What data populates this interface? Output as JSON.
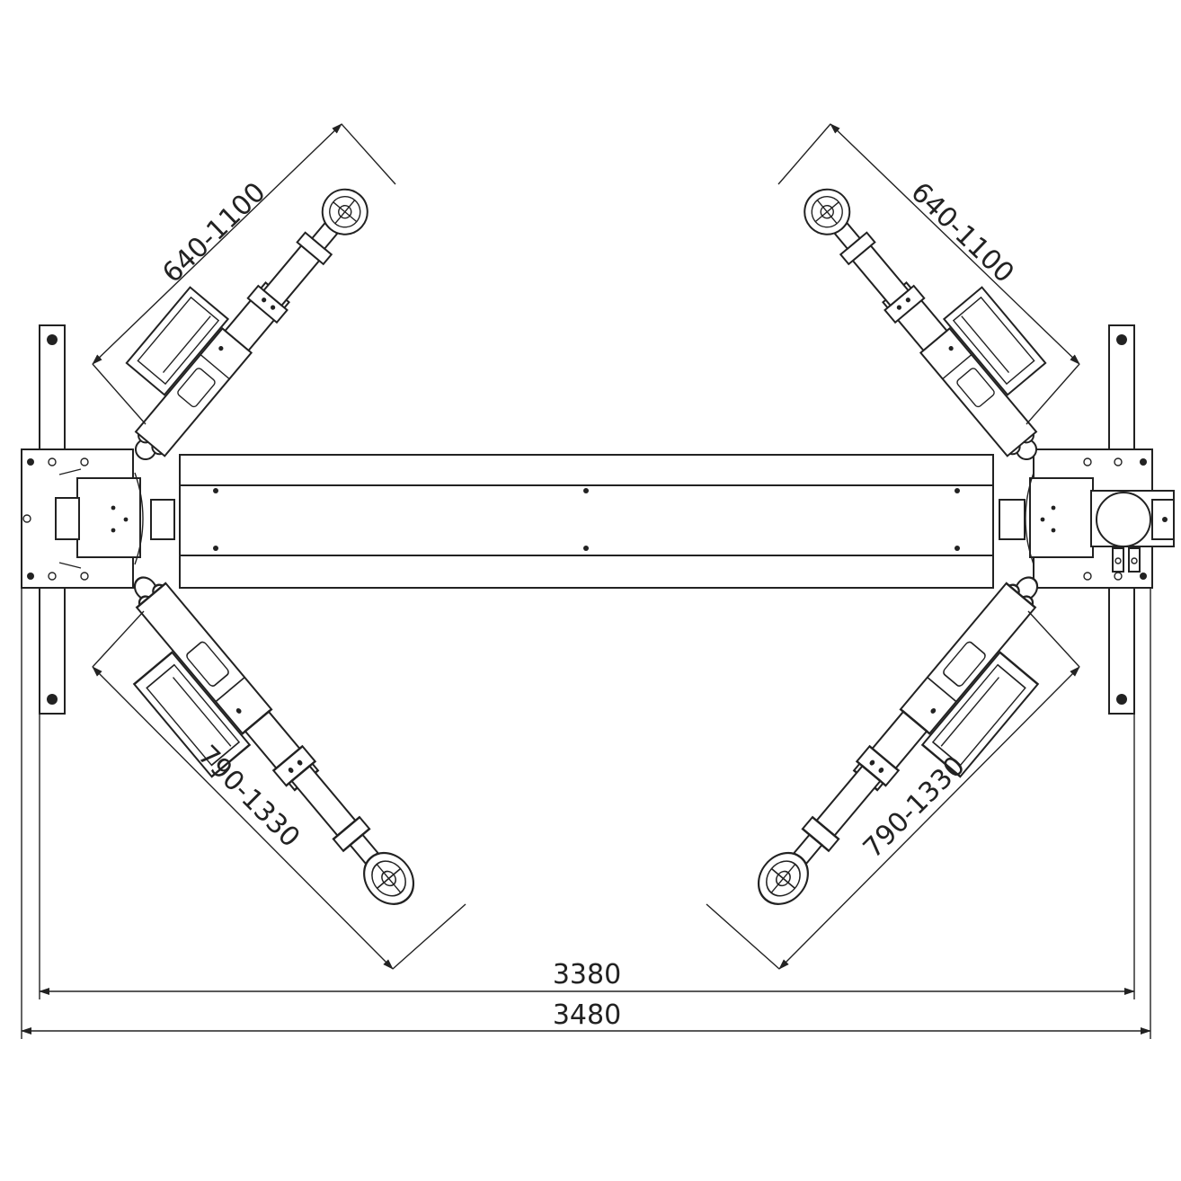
{
  "dimensions": {
    "upper_left_arm": "640-1100",
    "upper_right_arm": "640-1100",
    "lower_left_arm": "790-1330",
    "lower_right_arm": "790-1330",
    "inner_width": "3380",
    "outer_width": "3480"
  },
  "colors": {
    "line": "#222222",
    "background": "#ffffff"
  }
}
